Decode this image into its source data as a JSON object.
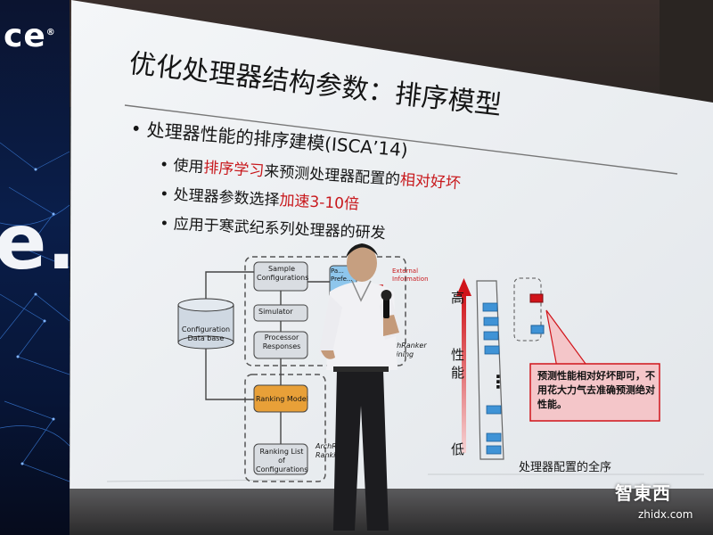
{
  "backdrop": {
    "brand_fragment": "ce",
    "registered_mark": "®",
    "big_fragment": "e."
  },
  "slide": {
    "title": "优化处理器结构参数：排序模型",
    "bullet_main": "处理器性能的排序建模(ISCA’14)",
    "sub1": {
      "a": "使用",
      "b": "排序学习",
      "c": "来预测处理器配置的",
      "d": "相对好坏"
    },
    "sub2": {
      "a": "处理器参数选择",
      "b": "加速3-10倍"
    },
    "sub3": "应用于寒武纪系列处理器的研发",
    "diagram": {
      "sample_configurations": "Sample Configurations",
      "simulator": "Simulator",
      "processor_responses": "Processor Responses",
      "configuration_database": "Configuration Data base",
      "pairwise_preference": "Pa... Prefe...",
      "external_information": "External Information",
      "archranker_training": "ArchRanker Training",
      "ranking_model": "Ranking Model",
      "ranking_list": "Ranking List of Configurations",
      "archranker_ranking": "ArchRa... Ranki...",
      "axis_high": "高",
      "axis_perf_1": "性",
      "axis_perf_2": "能",
      "axis_low": "低",
      "ellipsis": "⋮",
      "full_order_caption": "处理器配置的全序",
      "callout": "预测性能相对好坏即可，不用花大力气去准确预测绝对性能。"
    }
  },
  "watermark": {
    "logo": "智東西",
    "url": "zhidx.com"
  },
  "colors": {
    "slide_bg": "#eef1f3",
    "accent_red": "#c8181c",
    "ranking_model_fill": "#e8a038",
    "bar_blue": "#3f93d6",
    "callout_fill": "#f4c6c9"
  }
}
